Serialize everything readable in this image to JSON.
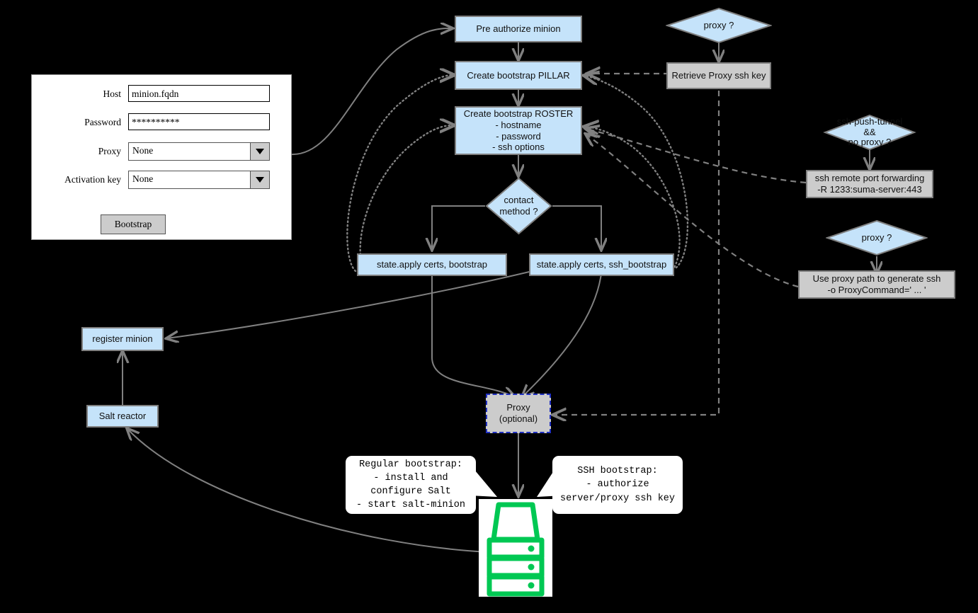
{
  "colors": {
    "blue_fill": "#c5e3fa",
    "gray_fill": "#cccccc",
    "node_border": "#7f7f7f",
    "edge": "#808080",
    "proxy_border": "#2030c0",
    "server_green": "#00c853",
    "background": "#000000"
  },
  "form": {
    "fields": [
      {
        "label": "Host",
        "type": "text",
        "value": "minion.fqdn"
      },
      {
        "label": "Password",
        "type": "password",
        "value": "**********"
      },
      {
        "label": "Proxy",
        "type": "select",
        "value": "None"
      },
      {
        "label": "Activation key",
        "type": "select",
        "value": "None"
      }
    ],
    "submit_label": "Bootstrap"
  },
  "nodes": {
    "pre_authorize": "Pre authorize minion",
    "create_pillar": "Create bootstrap PILLAR",
    "create_roster_title": "Create bootstrap ROSTER",
    "create_roster_l1": "- hostname",
    "create_roster_l2": "- password",
    "create_roster_l3": "- ssh options",
    "contact_method_l1": "contact",
    "contact_method_l2": "method ?",
    "state_apply_bootstrap": "state.apply certs, bootstrap",
    "state_apply_ssh_bootstrap": "state.apply certs, ssh_bootstrap",
    "register_minion": "register minion",
    "salt_reactor": "Salt reactor",
    "proxy_optional_l1": "Proxy",
    "proxy_optional_l2": "(optional)",
    "proxy_q_top": "proxy ?",
    "retrieve_proxy_key": "Retrieve Proxy ssh key",
    "ssh_push_l1": "ssh-push-tunnel",
    "ssh_push_l2": "&&",
    "ssh_push_l3": "no proxy ?",
    "ssh_remote_l1": "ssh remote port forwarding",
    "ssh_remote_l2": "-R 1233:suma-server:443",
    "proxy_q_bottom": "proxy ?",
    "use_proxy_path_l1": "Use proxy path to generate ssh",
    "use_proxy_path_l2": "-o ProxyCommand=' ... '"
  },
  "callouts": {
    "regular": "Regular bootstrap:\n- install and configure Salt\n- start salt-minion",
    "ssh": "SSH bootstrap:\n- authorize server/proxy ssh key"
  }
}
